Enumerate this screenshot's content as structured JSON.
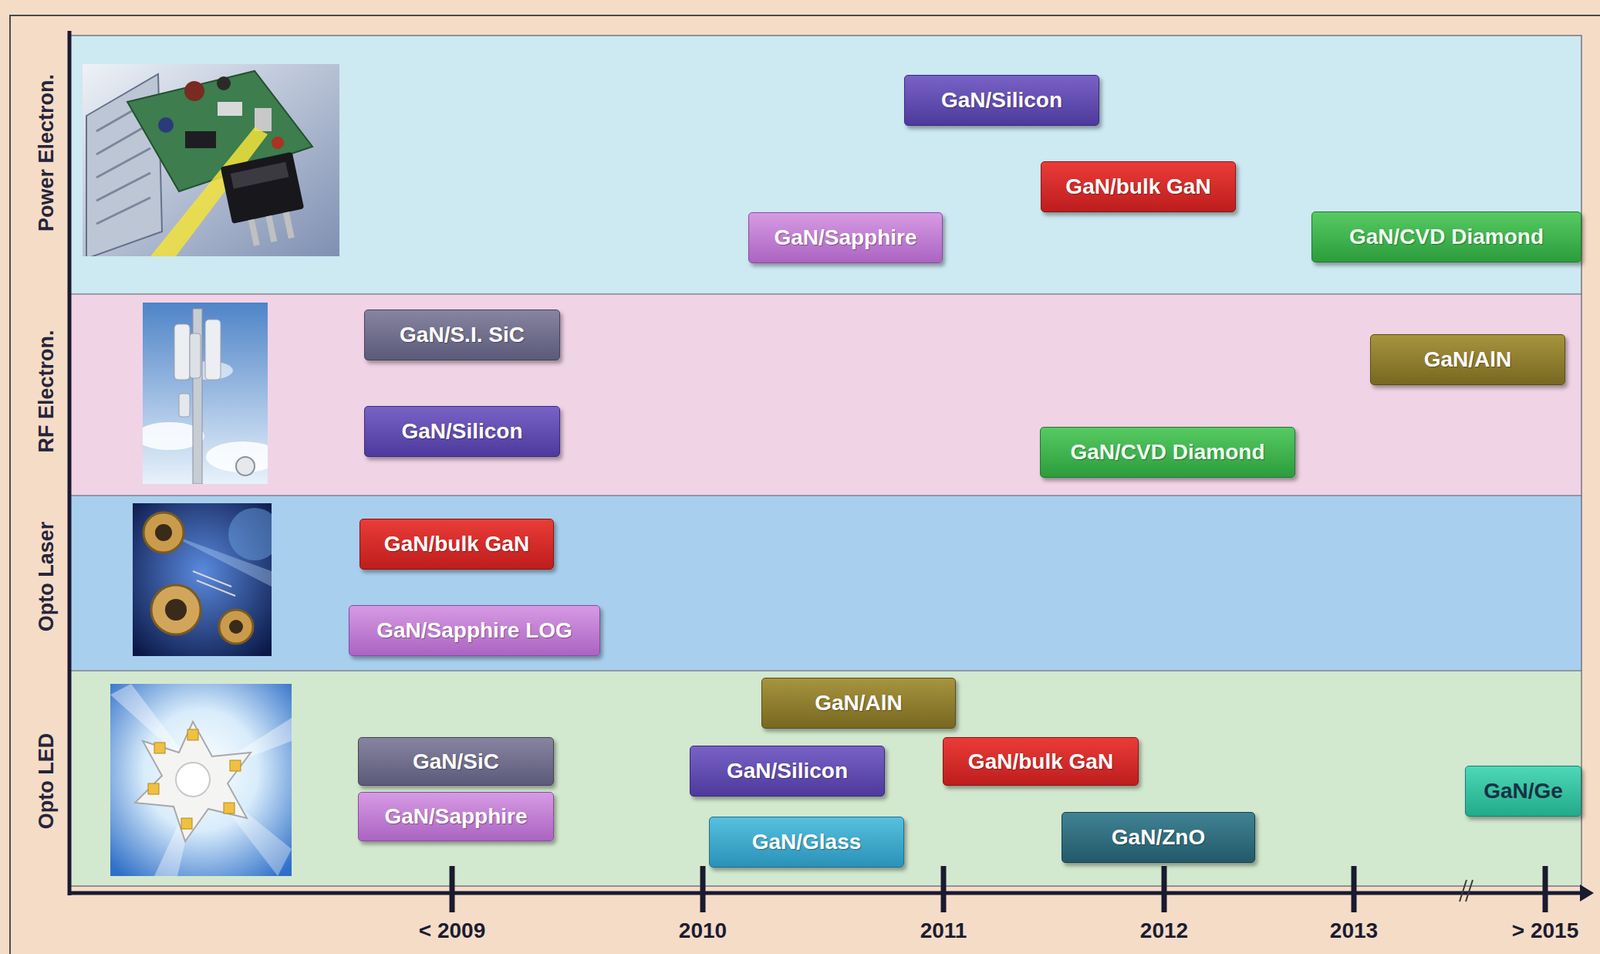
{
  "diagram": {
    "nodes": [
      {
        "text": [
          "Power Electron."
        ]
      },
      {
        "text": [
          "GaN/Silicon"
        ],
        "in": 0
      },
      {
        "text": [
          "GaN/bulk GaN"
        ],
        "in": 0
      },
      {
        "text": [
          "GaN/Sapphire"
        ],
        "in": 0
      },
      {
        "text": [
          "GaN/CVD Diamond"
        ],
        "in": 0
      },
      {
        "text": [
          "RF Electron."
        ]
      },
      {
        "text": [
          "GaN/S.I. SiC"
        ],
        "in": 5
      },
      {
        "text": [
          "GaN/AlN"
        ],
        "in": 5
      },
      {
        "text": [
          "GaN/Silicon"
        ],
        "in": 5
      },
      {
        "text": [
          "GaN/CVD Diamond"
        ],
        "in": 5
      },
      {
        "text": [
          "Opto Laser"
        ]
      },
      {
        "text": [
          "GaN/bulk GaN"
        ],
        "in": 10
      },
      {
        "text": [
          "GaN/Sapphire LOG"
        ],
        "in": 10
      },
      {
        "text": [
          "Opto LED"
        ]
      },
      {
        "text": [
          "GaN/AlN"
        ],
        "in": 13
      },
      {
        "text": [
          "GaN/SiC"
        ],
        "in": 13
      },
      {
        "text": [
          "GaN/Silicon"
        ],
        "in": 13
      },
      {
        "text": [
          "GaN/bulk GaN"
        ],
        "in": 13
      },
      {
        "text": [
          "GaN/Sapphire"
        ],
        "in": 13
      },
      {
        "text": [
          "GaN/ZnO"
        ],
        "in": 13
      },
      {
        "text": [
          "GaN/Glass"
        ],
        "in": 13
      },
      {
        "text": [
          "GaN/Ge"
        ],
        "in": 13
      }
    ],
    "labels": [
      "< 2009",
      "2010",
      "2011",
      "2012",
      "2013",
      "> 2015"
    ]
  }
}
